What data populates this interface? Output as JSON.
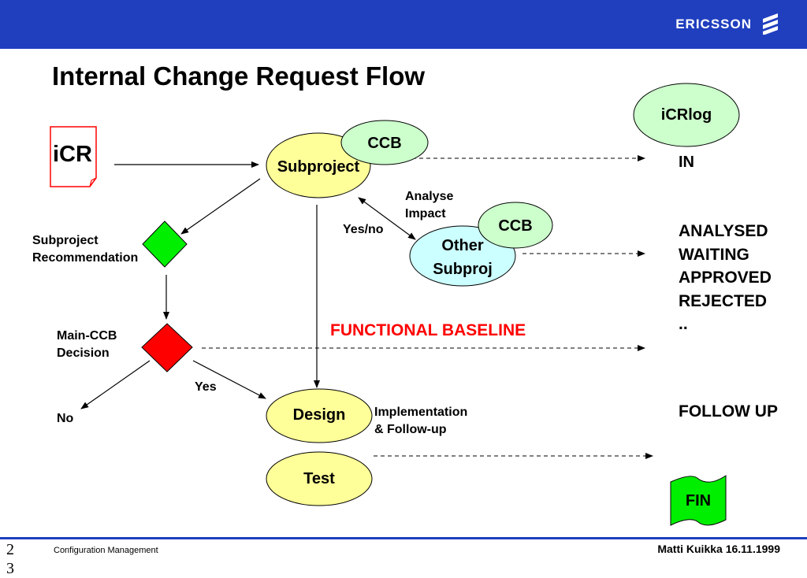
{
  "header": {
    "brand": "ERICSSON",
    "logo_icon": "ericsson-stripes-icon",
    "bar_color": "#1f3fbf"
  },
  "title": "Internal Change Request Flow",
  "nodes": {
    "icr": "iCR",
    "icrlog": "iCRlog",
    "subproject": "Subproject",
    "ccb_main": "CCB",
    "ccb_other": "CCB",
    "other_subproj_line1": "Other",
    "other_subproj_line2": "Subproj",
    "design": "Design",
    "test": "Test",
    "fin": "FIN"
  },
  "labels": {
    "analyse_impact_line1": "Analyse",
    "analyse_impact_line2": "Impact",
    "yes_no": "Yes/no",
    "subproject_recommendation_line1": "Subproject",
    "subproject_recommendation_line2": "Recommendation",
    "main_ccb_decision_line1": "Main-CCB",
    "main_ccb_decision_line2": "Decision",
    "yes": "Yes",
    "no": "No",
    "functional_baseline": "FUNCTIONAL BASELINE",
    "implementation_line1": "Implementation",
    "implementation_line2": "& Follow-up"
  },
  "status": {
    "in": "IN",
    "states": [
      "ANALYSED",
      "WAITING",
      "APPROVED",
      "REJECTED",
      ".."
    ],
    "follow_up": "FOLLOW UP"
  },
  "colors": {
    "process_fill": "#ffff99",
    "ccb_fill": "#ccffcc",
    "other_fill": "#ccffff",
    "recommendation_diamond": "#00ee00",
    "decision_diamond": "#ff0000",
    "fin_fill": "#00ee00",
    "baseline_text": "#ff0000"
  },
  "footer": {
    "left": "Configuration Management",
    "right": "Matti Kuikka 16.11.1999",
    "page": "23"
  }
}
